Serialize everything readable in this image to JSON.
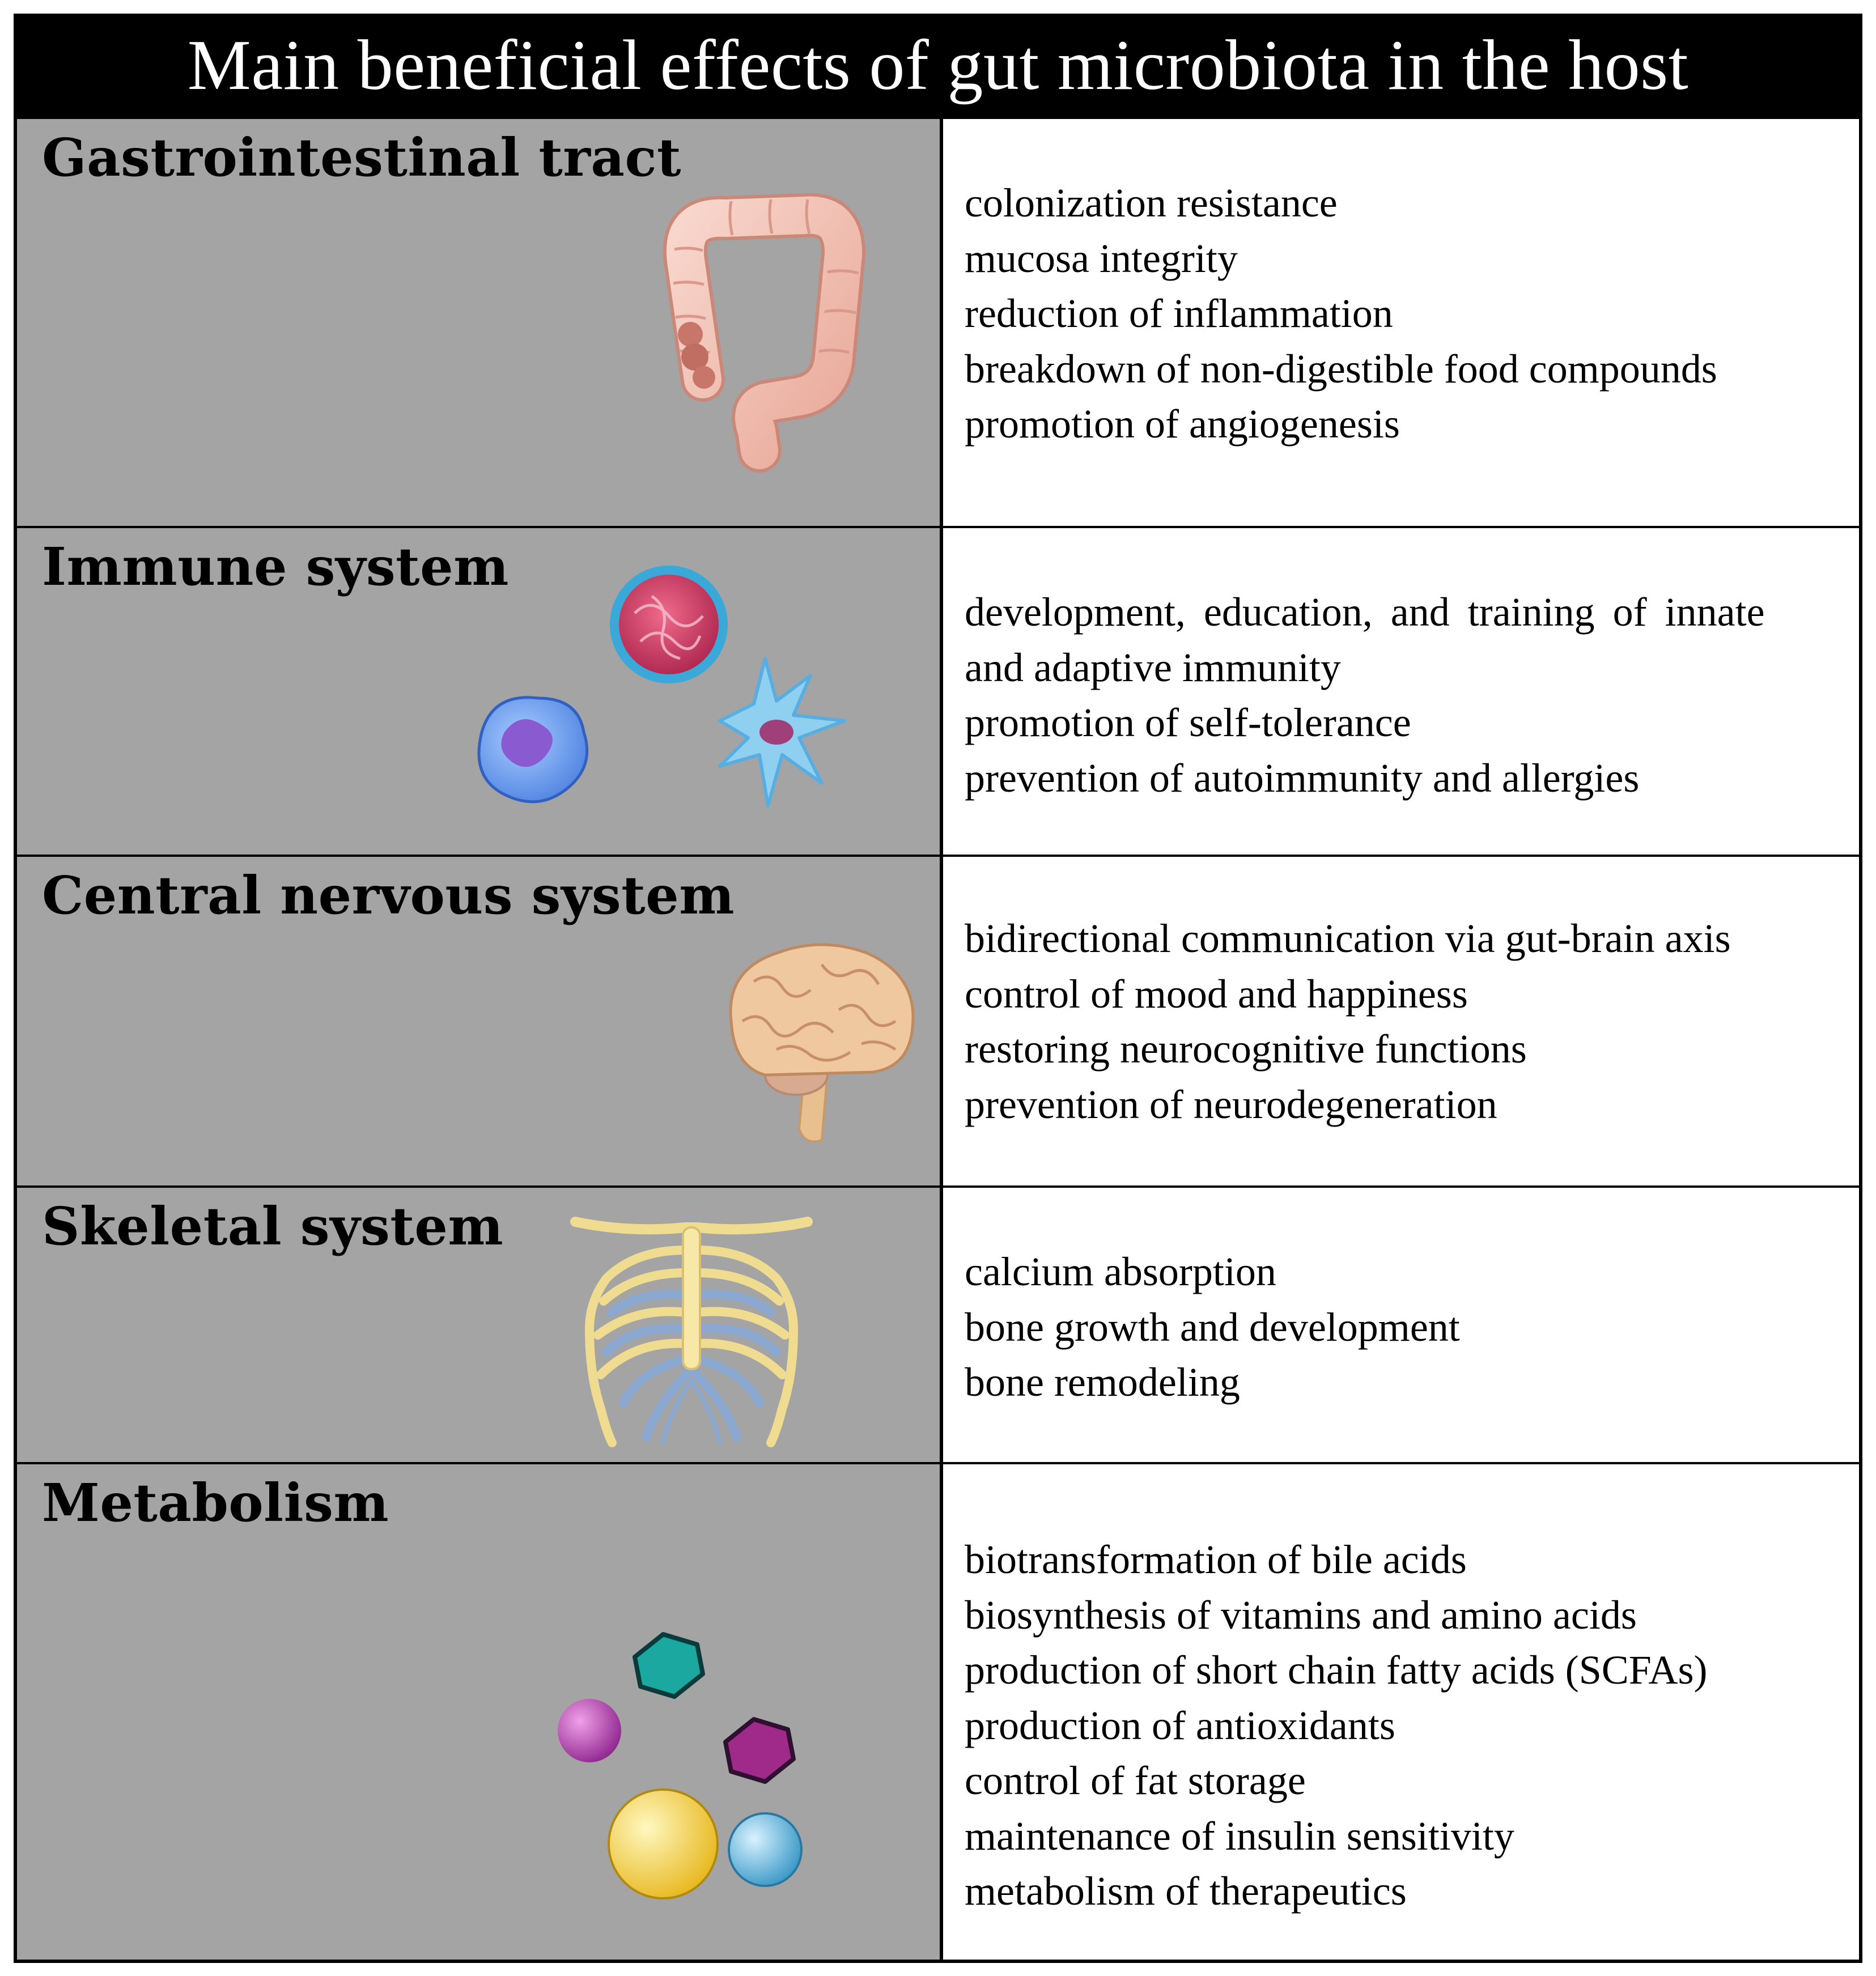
{
  "title": "Main beneficial effects of gut microbiota in the host",
  "rows": [
    {
      "heading": "Gastrointestinal tract",
      "icon": "intestine-icon",
      "effects": [
        "colonization resistance",
        "mucosa integrity",
        "reduction of inflammation",
        "breakdown of non-digestible food compounds",
        "promotion of angiogenesis"
      ]
    },
    {
      "heading": "Immune system",
      "icon": "immune-cells-icon",
      "effects": [
        "development, education, and training of innate",
        "and adaptive immunity",
        "promotion of self-tolerance",
        "prevention of autoimmunity and allergies"
      ]
    },
    {
      "heading": "Central nervous system",
      "icon": "brain-icon",
      "effects": [
        "bidirectional communication via gut-brain axis",
        "control of mood and happiness",
        "restoring neurocognitive functions",
        "prevention of neurodegeneration"
      ]
    },
    {
      "heading": "Skeletal system",
      "icon": "rib-cage-icon",
      "effects": [
        "calcium absorption",
        "bone growth and development",
        "bone remodeling"
      ]
    },
    {
      "heading": "Metabolism",
      "icon": "molecules-icon",
      "effects": [
        "biotransformation of bile acids",
        "biosynthesis of vitamins and amino acids",
        "production of short chain fatty acids (SCFAs)",
        "production of antioxidants",
        "control of fat storage",
        "maintenance of insulin sensitivity",
        "metabolism of therapeutics"
      ]
    }
  ],
  "colors": {
    "header_background": "#000000",
    "header_text": "#ffffff",
    "left_panel": "#a4a4a4",
    "right_panel": "#ffffff",
    "grid_lines": "#000000"
  }
}
